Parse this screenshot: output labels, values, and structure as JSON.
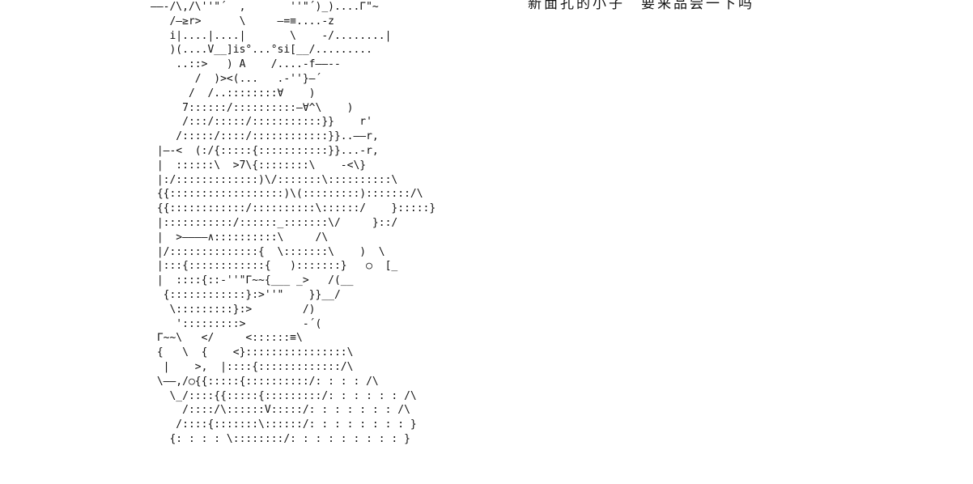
{
  "page": {
    "background": "#ffffff",
    "ink": "#111111"
  },
  "caption": {
    "text": "新面孔的小子　要来品尝一下吗"
  },
  "ascii_art": {
    "lines": [
      "――-/\\,/\\''\"´  ,       ''\"´)_)....Γ\"~",
      "   /―≥r>      \\     ―=≡....-z",
      "   i|....|....|       \\    -/........|",
      "   )(....V__]is°...°si[__/.........",
      "    ..::>   ) A    /....-f――--",
      "       /  )><(...   .-''}―´",
      "      /  /..::::::::∀    )",
      "     7::::::/::::::::::―∀^\\    )",
      "     /:::/:::::/:::::::::::}}    r'",
      "    /:::::/::::/::::::::::::}}..――r,",
      " |―-<  (:/{:::::{:::::::::::}}...-r,",
      " |  ::::::\\  >7\\{::::::::\\    -<\\}",
      " |:/:::::::::::::)\\/:::::::\\::::::::::\\",
      " {{::::::::::::::::::)\\(:::::::::):::::::/\\",
      " {{::::::::::::/::::::::::\\::::::/    }:::::}",
      " |:::::::::::/::::::_:::::::\\/     }::/",
      " |  >――――∧::::::::::\\     /\\",
      " |/::::::::::::::{  \\:::::::\\    )  \\",
      " |:::{::::::::::::{   ):::::::}   ○  [_",
      " |  ::::{::-''\"Γ~~{___ _>   /(__",
      "  {::::::::::::}:>''\"    }}__/",
      "   \\:::::::::}:>        /)",
      "    ':::::::::>         -´(",
      " Γ~~\\   </     <::::::≡\\",
      " {   \\  {    <}::::::::::::::::\\",
      "  |    >,  |::::{:::::::::::::/\\",
      " \\――,/○{{:::::{::::::::::/: : : : /\\",
      "   \\_/::::{{:::::{:::::::::/: : : : : : /\\",
      "     /::::/\\::::::V:::::/: : : : : : : /\\",
      "    /::::{:::::::\\::::::/: : : : : : : : }",
      "   {: : : : \\::::::::/: : : : : : : : : }"
    ]
  }
}
